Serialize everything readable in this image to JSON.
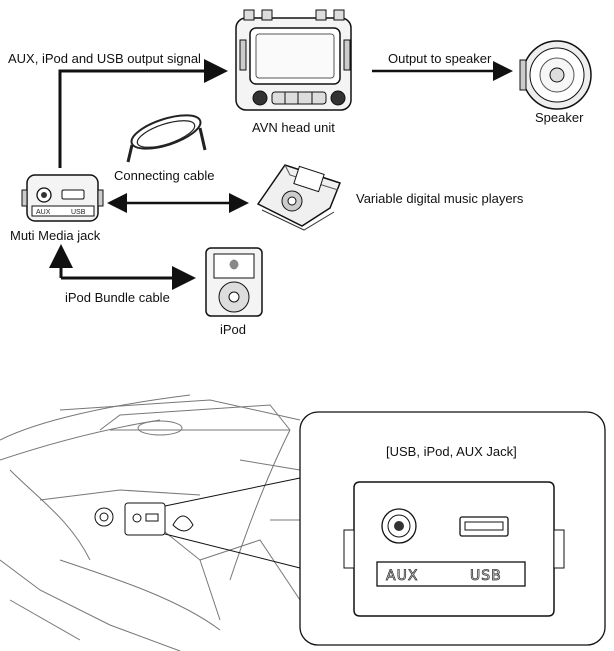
{
  "labels": {
    "output_signal": "AUX, iPod and USB output signal",
    "avn_head_unit": "AVN head unit",
    "output_to_speaker": "Output to speaker",
    "speaker": "Speaker",
    "connecting_cable": "Connecting cable",
    "multimedia_jack": "Muti Media jack",
    "variable_players": "Variable digital music players",
    "ipod_bundle_cable": "iPod Bundle cable",
    "ipod": "iPod",
    "jack_title": "[USB, iPod, AUX Jack]"
  },
  "jack_plate": {
    "aux": "AUX",
    "usb": "USB"
  },
  "colors": {
    "line": "#111111",
    "fill_light": "#eeeeee",
    "fill_dark": "#222222"
  }
}
